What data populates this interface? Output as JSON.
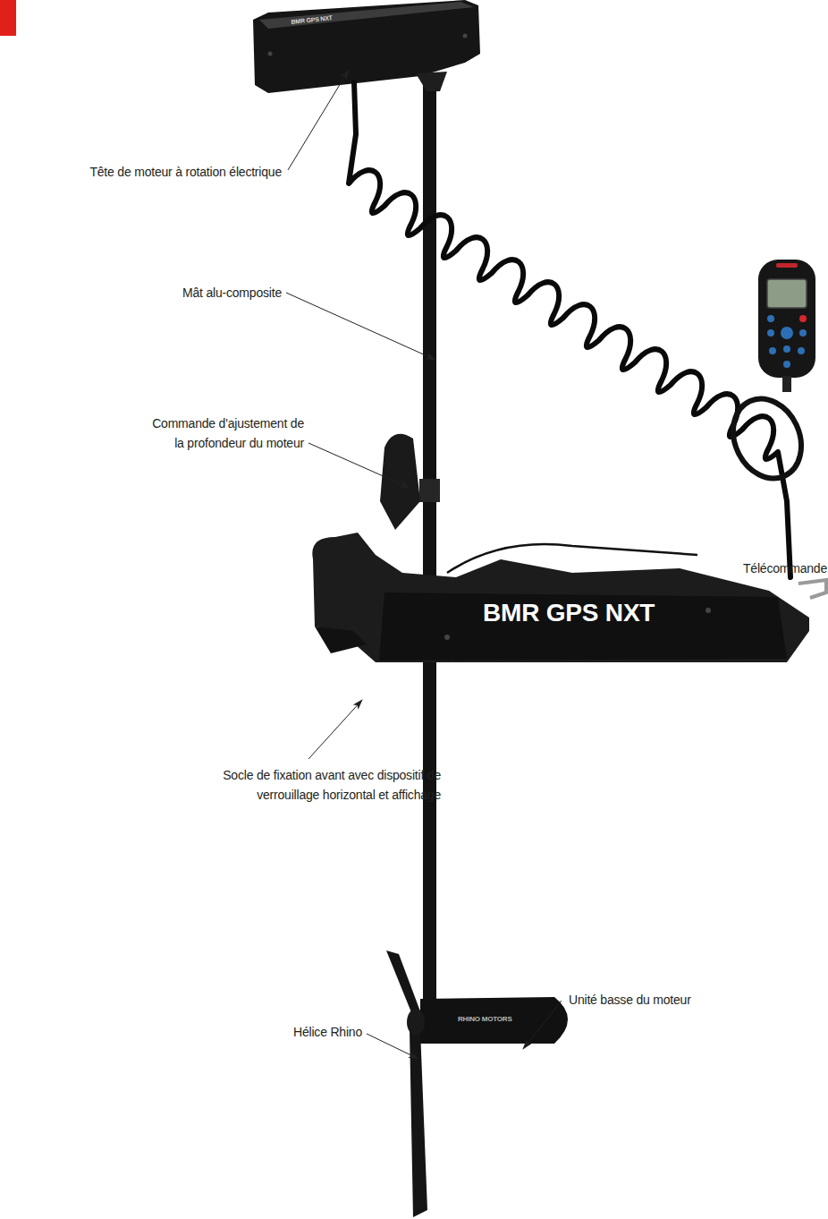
{
  "diagram": {
    "labels": [
      "BMR GPS NXT",
      "Tête de moteur à rotation électrique",
      "Télécommande",
      "Mât alu-composite",
      "Commande d'ajustement de la profondeur du moteur",
      "BMR GPS NXT",
      "Socle de fixation avant avec dispositif de verrouillage horizontal et affichage",
      "Unité basse du moteur",
      "Hélice Rhino",
      "RHINO MOTORS"
    ]
  }
}
